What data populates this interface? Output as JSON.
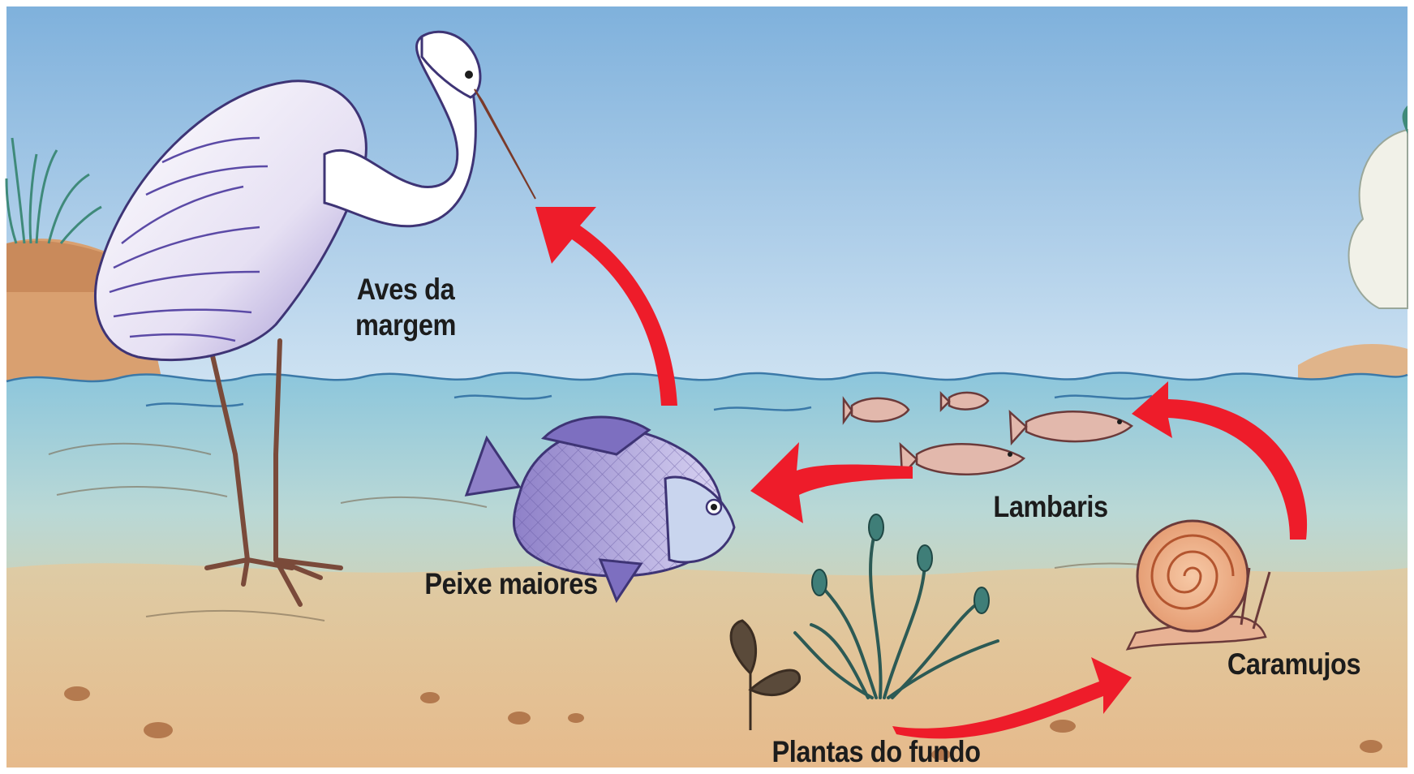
{
  "diagram": {
    "nodes": {
      "birds": {
        "line1": "Aves da",
        "line2": "margem"
      },
      "big_fish": {
        "label": "Peixe maiores"
      },
      "lambaris": {
        "label": "Lambaris"
      },
      "snails": {
        "label": "Caramujos"
      },
      "plants": {
        "label": "Plantas do fundo"
      }
    },
    "arrows": [
      {
        "from": "plants",
        "to": "snails"
      },
      {
        "from": "snails",
        "to": "lambaris"
      },
      {
        "from": "lambaris",
        "to": "big_fish"
      },
      {
        "from": "big_fish",
        "to": "birds"
      }
    ],
    "colors": {
      "arrow": "#ee1c2a",
      "sky_top": "#7fb3de",
      "water": "#a9d2e2",
      "sand": "#e0b98a"
    }
  }
}
